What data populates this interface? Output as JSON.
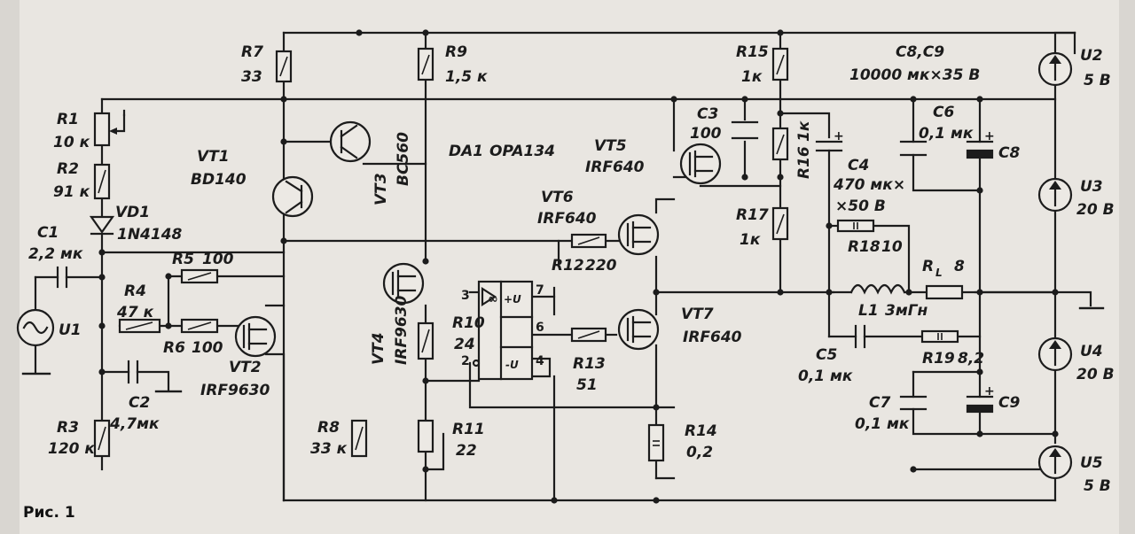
{
  "caption": "Рис. 1",
  "labels": {
    "R7": "R7",
    "R7v": "33",
    "R9": "R9",
    "R9v": "1,5 к",
    "R15": "R15",
    "R15v": "1к",
    "C8C9": "C8,C9",
    "C8C9v": "10000 мк×35 В",
    "U2": "U2",
    "U2v": "5 В",
    "R1": "R1",
    "R1v": "10 к",
    "R2": "R2",
    "R2v": "91 к",
    "VT1": "VT1",
    "VT1v": "BD140",
    "VT3": "VT3",
    "VT3v": "BC560",
    "DA1": "DA1",
    "DA1v": "OPA134",
    "C3": "C3",
    "C3v": "100",
    "VT5": "VT5",
    "VT5v": "IRF640",
    "R16": "R16",
    "R16v": "1к",
    "C4": "C4",
    "C4v": "470 мк×",
    "C4v2": "×50 В",
    "C6": "C6",
    "C6v": "0,1 мк",
    "C8": "C8",
    "U3": "U3",
    "U3v": "20 В",
    "VD1": "VD1",
    "VD1v": "1N4148",
    "C1": "C1",
    "C1v": "2,2 мк",
    "VT6": "VT6",
    "VT6v": "IRF640",
    "R17": "R17",
    "R17v": "1к",
    "R18": "R18",
    "R18v": "10",
    "R5": "R5",
    "R5v": "100",
    "R12": "R12",
    "R12v": "220",
    "RL": "R",
    "RLsub": "L",
    "RLv": "8",
    "R4": "R4",
    "R4v": "47 к",
    "U1": "U1",
    "R6": "R6",
    "R6v": "100",
    "VT2": "VT2",
    "VT2v": "IRF9630",
    "VT4": "VT4",
    "VT4v": "IRF9630",
    "R10": "R10",
    "R10v": "24",
    "R13": "R13",
    "R13v": "51",
    "VT7": "VT7",
    "VT7v": "IRF640",
    "L1": "L1",
    "L1v": "3мГн",
    "C5": "C5",
    "C5v": "0,1 мк",
    "R19": "R19",
    "R19v": "8,2",
    "U4": "U4",
    "U4v": "20 В",
    "C2": "C2",
    "C2v": "4,7мк",
    "C7": "C7",
    "C7v": "0,1 мк",
    "C9": "C9",
    "R3": "R3",
    "R3v": "120 к",
    "R8": "R8",
    "R8v": "33 к",
    "R11": "R11",
    "R11v": "22",
    "R14": "R14",
    "R14v": "0,2",
    "U5": "U5",
    "U5v": "5 В",
    "pin3": "3",
    "pin7": "7",
    "pin6": "6",
    "pin2": "2",
    "pin4": "4",
    "opV": "+U",
    "opVneg": "-U",
    "opInf": "∞"
  }
}
